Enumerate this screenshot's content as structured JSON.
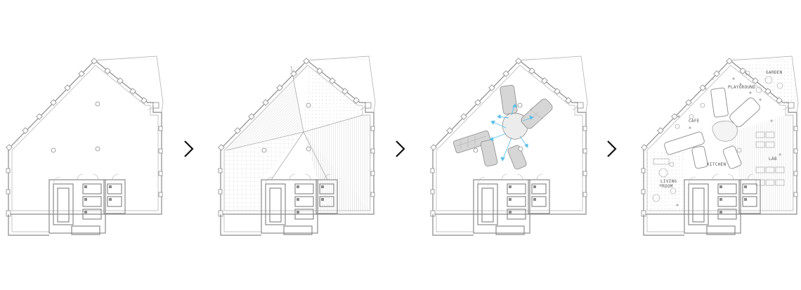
{
  "diagram": {
    "steps": [
      {
        "id": "existing-plan"
      },
      {
        "id": "zoning-plan"
      },
      {
        "id": "circulation-plan"
      },
      {
        "id": "program-plan"
      }
    ],
    "arrow_glyph": "›",
    "room_labels": {
      "garden": "GARDEN",
      "playground": "PLAYGROUND",
      "cafe": "CAFE",
      "kitchen": "KITCHEN",
      "lab": "LAB",
      "living_room_1": "LIVING",
      "living_room_2": "ROOM"
    },
    "colors": {
      "line": "#7a7a7a",
      "wall": "#9a9a9a",
      "pod_fill": "#d6d6d6",
      "flow_arrow": "#5bc0e8",
      "arrow": "#111111"
    }
  }
}
